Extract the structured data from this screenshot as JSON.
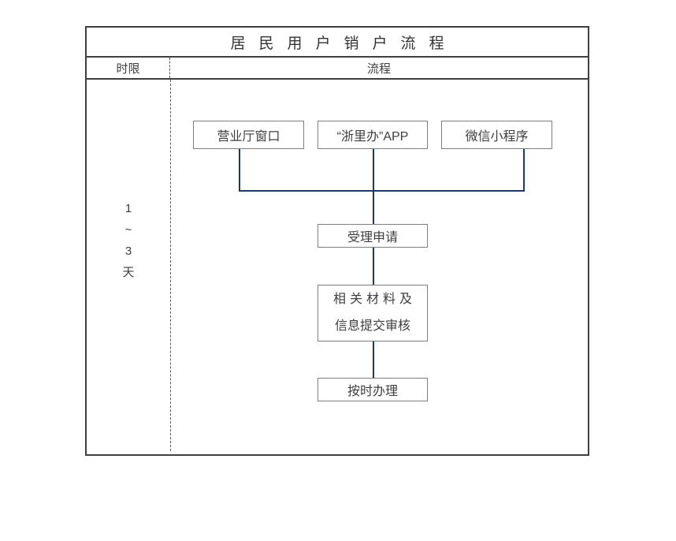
{
  "diagram": {
    "title": "居民用户销户流程",
    "header": {
      "time_col": "时限",
      "process_col": "流程"
    },
    "time_limit": {
      "line1": "1",
      "line2": "~",
      "line3": "3",
      "line4": "天"
    },
    "channels": [
      {
        "label": "营业厅窗口"
      },
      {
        "label": "“浙里办”APP"
      },
      {
        "label": "微信小程序"
      }
    ],
    "steps": {
      "accept": "受理申请",
      "review_line1": "相关材料及",
      "review_line2": "信息提交审核",
      "handle": "按时办理"
    }
  },
  "colors": {
    "connector_line": "#1f3864",
    "process_box_border": "#7f7f7f",
    "frame_border": "#3f3f3f",
    "dashed_divider": "#595959",
    "text": "#3e3e3e"
  }
}
